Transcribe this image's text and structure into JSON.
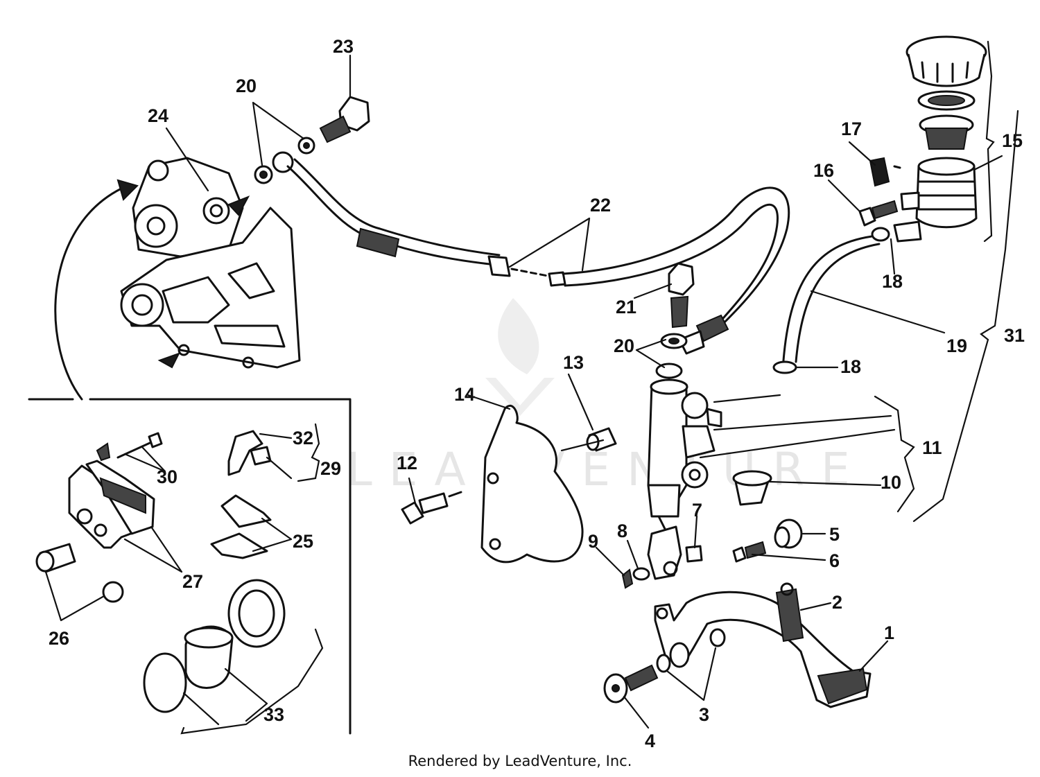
{
  "watermark": "LEADVENTURE",
  "footer": "Rendered by LeadVenture, Inc.",
  "callouts": {
    "c1": "1",
    "c2": "2",
    "c3": "3",
    "c4": "4",
    "c5": "5",
    "c6": "6",
    "c7": "7",
    "c8": "8",
    "c9": "9",
    "c10": "10",
    "c11": "11",
    "c12": "12",
    "c13": "13",
    "c14": "14",
    "c15": "15",
    "c16": "16",
    "c17": "17",
    "c18a": "18",
    "c18b": "18",
    "c19": "19",
    "c20a": "20",
    "c20b": "20",
    "c21": "21",
    "c22": "22",
    "c23": "23",
    "c24": "24",
    "c25": "25",
    "c26": "26",
    "c27": "27",
    "c29": "29",
    "c30": "30",
    "c31": "31",
    "c32": "32",
    "c33": "33"
  }
}
